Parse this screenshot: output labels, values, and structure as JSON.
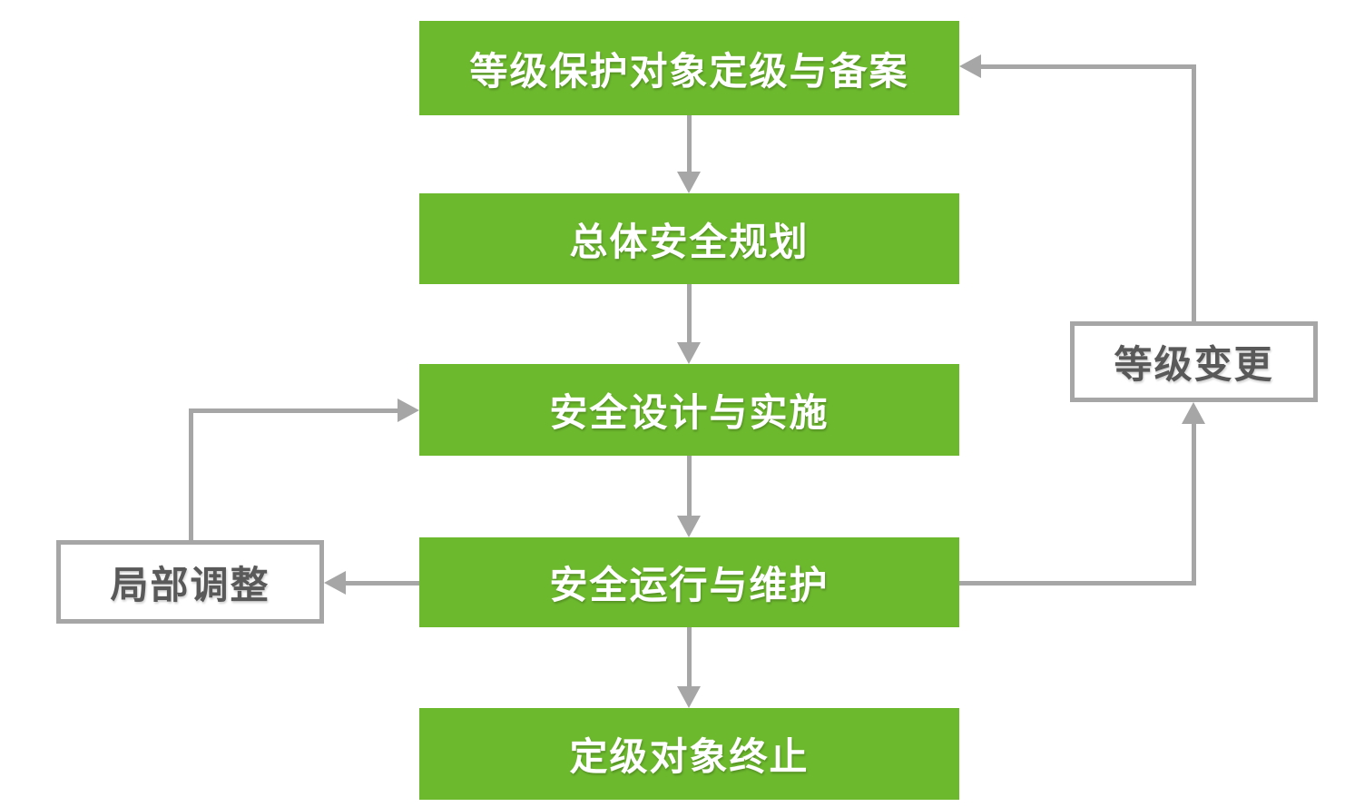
{
  "diagram": {
    "type": "flowchart",
    "nodes": {
      "step1": {
        "label": "等级保护对象定级与备案"
      },
      "step2": {
        "label": "总体安全规划"
      },
      "step3": {
        "label": "安全设计与实施"
      },
      "step4": {
        "label": "安全运行与维护"
      },
      "step5": {
        "label": "定级对象终止"
      },
      "partial_adjustment": {
        "label": "局部调整"
      },
      "level_change": {
        "label": "等级变更"
      }
    },
    "edges": [
      {
        "from": "step1",
        "to": "step2",
        "shape": "straight-down-arrow"
      },
      {
        "from": "step2",
        "to": "step3",
        "shape": "straight-down-arrow"
      },
      {
        "from": "step3",
        "to": "step4",
        "shape": "straight-down-arrow"
      },
      {
        "from": "step4",
        "to": "step5",
        "shape": "straight-down-arrow"
      },
      {
        "from": "step4",
        "to": "partial_adjustment",
        "shape": "straight-left-arrow"
      },
      {
        "from": "partial_adjustment",
        "to": "step3",
        "shape": "elbow-up-then-right-arrow"
      },
      {
        "from": "step4",
        "to": "level_change",
        "shape": "elbow-right-then-up-arrow"
      },
      {
        "from": "level_change",
        "to": "step1",
        "shape": "elbow-up-then-left-arrow"
      }
    ]
  },
  "colors": {
    "node-fill": "#6CB92D",
    "node-text": "#FFFFFF",
    "connector": "#A6A6A6",
    "side-border": "#A6A6A6",
    "side-fill": "#FFFFFF",
    "side-text": "#595959",
    "background": "#FFFFFF"
  }
}
